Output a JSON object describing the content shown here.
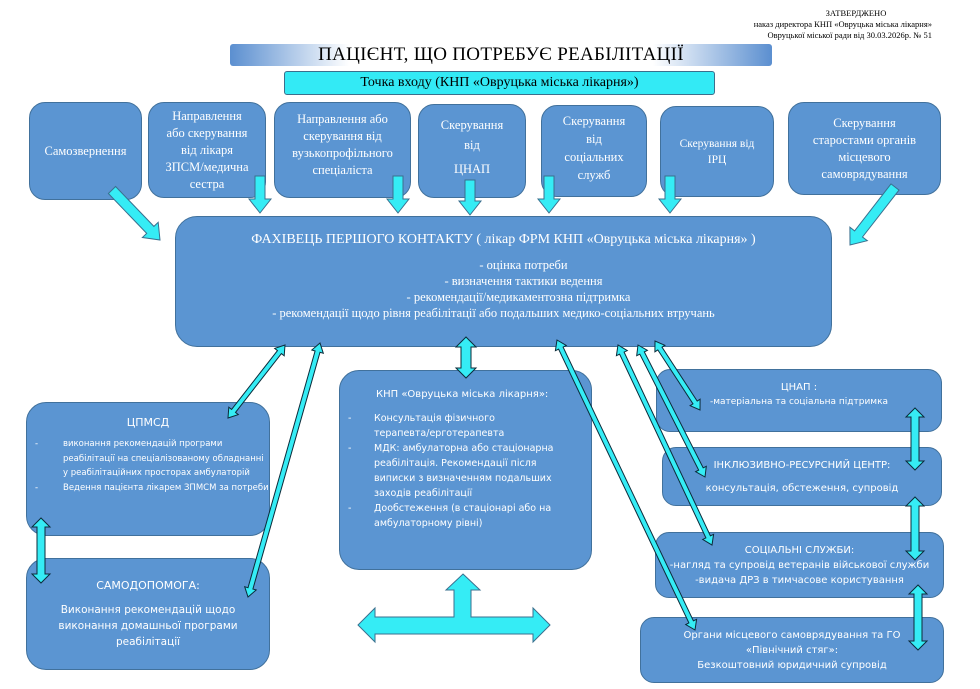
{
  "approval": {
    "title": "ЗАТВЕРДЖЕНО",
    "line1": "наказ директора КНП «Овруцька міська лікарня»",
    "line2": "Овруцької міської ради від 30.03.2026р.  № 51"
  },
  "header": {
    "title": "ПАЦІЄНТ, ЩО ПОТРЕБУЄ РЕАБІЛІТАЦІЇ",
    "entry_point": "Точка входу (КНП «Овруцька міська лікарня»)"
  },
  "sources": [
    {
      "lines": [
        "Самозвернення"
      ]
    },
    {
      "lines": [
        "Направлення",
        "або скерування",
        "від лікаря",
        "ЗПСМ/медична",
        "сестра"
      ]
    },
    {
      "lines": [
        "Направлення або",
        "скерування від",
        "вузькопрофільного",
        "спеціаліста"
      ]
    },
    {
      "lines": [
        "Скерування",
        "від",
        "ЦНАП"
      ]
    },
    {
      "lines": [
        "Скерування",
        "від",
        "соціальних",
        "служб"
      ]
    },
    {
      "lines": [
        "Скерування від",
        "ІРЦ"
      ]
    },
    {
      "lines": [
        "Скерування",
        "старостами органів",
        "місцевого",
        "самоврядування"
      ]
    }
  ],
  "first_contact": {
    "title": "ФАХІВЕЦЬ ПЕРШОГО КОНТАКТУ ( лікар ФРМ КНП «Овруцька міська лікарня» )",
    "items": [
      "-     оцінка потреби",
      "-     визначення тактики ведення",
      "-     рекомендації/медикаментозна підтримка",
      "-     рекомендації щодо рівня реабілітації або подальших медико-соціальних втручань"
    ]
  },
  "cpmsd": {
    "title": "ЦПМСД",
    "items": [
      "виконання рекомендацій програми реабілітації на спеціалізованому обладнанні у реабілітаційних просторах амбулаторій",
      "Ведення пацієнта лікарем ЗПМСМ за потреби"
    ]
  },
  "self_help": {
    "title": "САМОДОПОМОГА:",
    "text": "Виконання рекомендацій щодо виконання домашньої програми реабілітації"
  },
  "hospital": {
    "title": "КНП «Овруцька міська лікарня»:",
    "items": [
      "Консультація фізичного терапевта/ерготерапевта",
      "МДК: амбулаторна або стаціонарна реабілітація. Рекомендації після виписки з визначенням подальших заходів реабілітації",
      "Дообстеження (в стаціонарі або на амбулаторному рівні)"
    ]
  },
  "right_boxes": [
    {
      "title": "ЦНАП :",
      "lines": [
        "-матеріальна та соціальна підтримка"
      ]
    },
    {
      "title": "ІНКЛЮЗИВНО-РЕСУРСНИЙ ЦЕНТР:",
      "lines": [
        "консультація, обстеження, супровід"
      ]
    },
    {
      "title": "СОЦІАЛЬНІ СЛУЖБИ:",
      "lines": [
        "-нагляд та супровід ветеранів військової служби",
        "-видача ДРЗ в тимчасове користування"
      ]
    },
    {
      "title": "Органи місцевого самоврядування та ГО",
      "lines": [
        "«Північний стяг»:",
        "Безкоштовний юридичний супровід"
      ]
    }
  ],
  "colors": {
    "box_fill": "#5b95d2",
    "box_border": "#41719c",
    "arrow_fill": "#35ecf5",
    "entry_fill": "#33eaf5"
  }
}
